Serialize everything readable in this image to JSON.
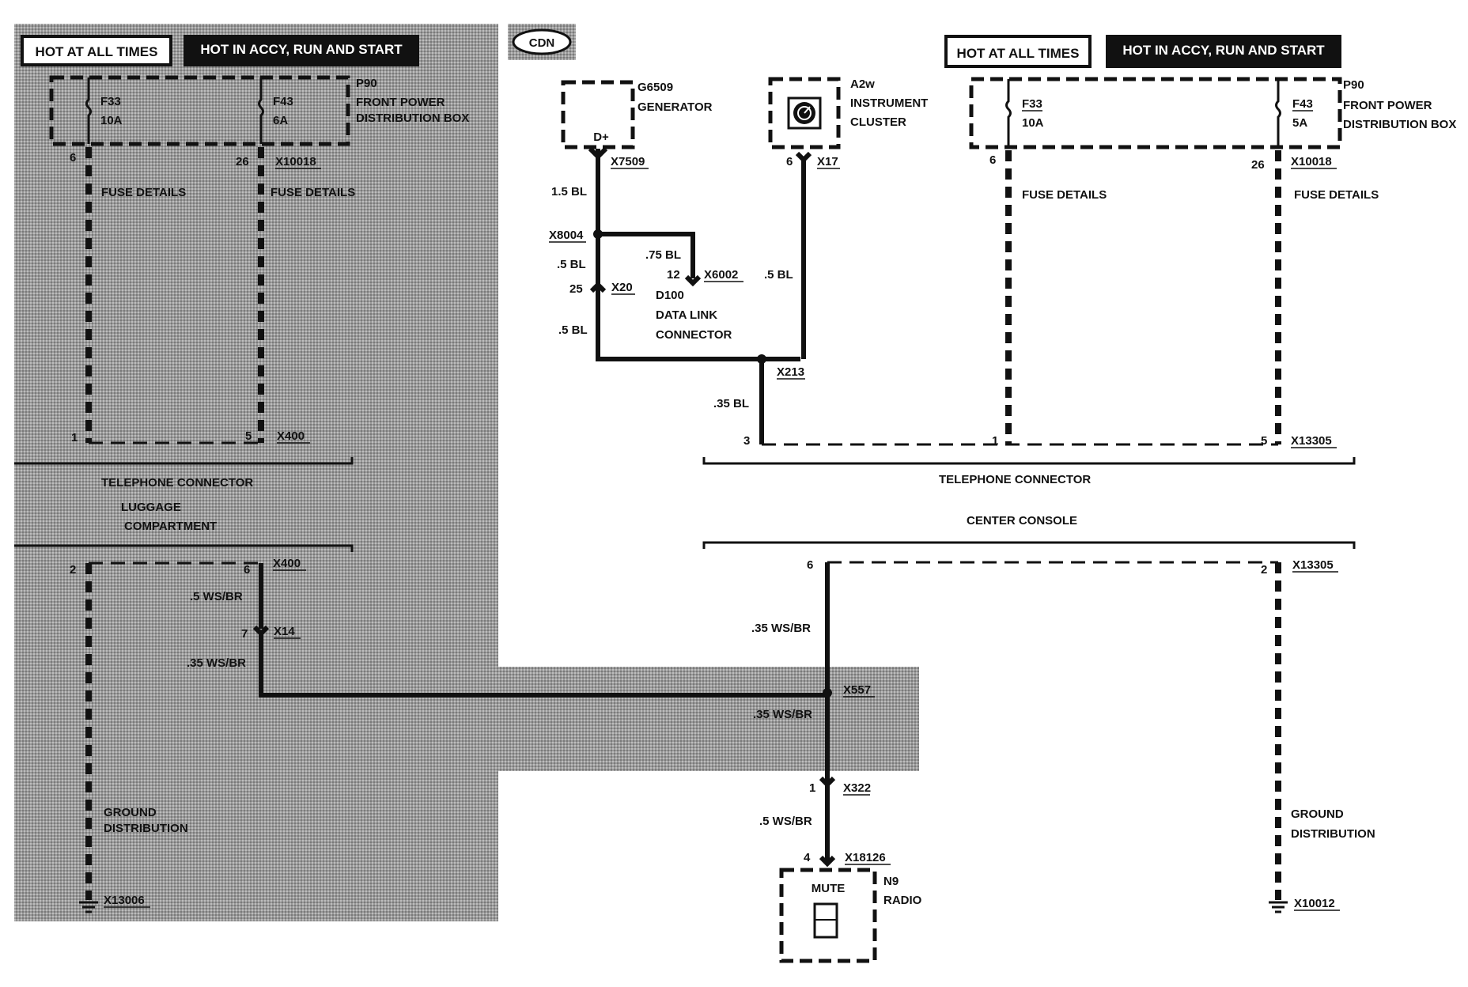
{
  "logo": "CDN",
  "left": {
    "hot_always": "HOT AT ALL TIMES",
    "hot_accy": "HOT IN ACCY, RUN AND START",
    "fuse1": {
      "id": "F33",
      "rating": "10A"
    },
    "fuse2": {
      "id": "F43",
      "rating": "6A"
    },
    "pdb_id": "P90",
    "pdb_name1": "FRONT POWER",
    "pdb_name2": "DISTRIBUTION BOX",
    "pin_top1": "6",
    "pin_top2": "26",
    "conn_top2": "X10018",
    "fuse_details": "FUSE DETAILS",
    "pin_bot1": "1",
    "pin_bot2": "5",
    "conn_x400": "X400",
    "telephone_connector": "TELEPHONE CONNECTOR",
    "luggage1": "LUGGAGE",
    "luggage2": "COMPARTMENT",
    "pin_lug1": "2",
    "pin_lug2": "6",
    "wire_ws1": ".5 WS/BR",
    "pin_x14": "7",
    "conn_x14": "X14",
    "wire_ws2": ".35 WS/BR",
    "ground1": "GROUND",
    "ground2": "DISTRIBUTION",
    "conn_ground": "X13006"
  },
  "middle": {
    "gen_id": "G6509",
    "gen_name": "GENERATOR",
    "gen_pin": "D+",
    "conn_x7509": "X7509",
    "wire_15bl": "1.5 BL",
    "conn_x8004": "X8004",
    "wire_5bl_a": ".5 BL",
    "wire_75bl": ".75 BL",
    "pin_12": "12",
    "conn_x6002": "X6002",
    "pin_25": "25",
    "conn_x20": "X20",
    "dlc_id": "D100",
    "dlc_name1": "DATA LINK",
    "dlc_name2": "CONNECTOR",
    "wire_5bl_b": ".5 BL",
    "wire_5bl_c": ".5 BL",
    "ic_id": "A2w",
    "ic_name1": "INSTRUMENT",
    "ic_name2": "CLUSTER",
    "pin_6": "6",
    "conn_x17": "X17",
    "conn_x213": "X213",
    "wire_35bl": ".35 BL",
    "pin_3": "3"
  },
  "right": {
    "hot_always": "HOT AT ALL TIMES",
    "hot_accy": "HOT IN ACCY, RUN AND START",
    "fuse1": {
      "id": "F33",
      "rating": "10A"
    },
    "fuse2": {
      "id": "F43",
      "rating": "5A"
    },
    "pdb_id": "P90",
    "pdb_name1": "FRONT POWER",
    "pdb_name2": "DISTRIBUTION BOX",
    "pin_top1": "6",
    "pin_top2": "26",
    "conn_top2": "X10018",
    "fuse_details": "FUSE DETAILS",
    "pin_bot1": "1",
    "pin_bot2": "5",
    "conn_x13305": "X13305",
    "telephone_connector": "TELEPHONE CONNECTOR",
    "center_console": "CENTER CONSOLE",
    "pin_cc1": "6",
    "pin_cc2": "2",
    "conn_cc": "X13305",
    "wire_35ws_a": ".35 WS/BR",
    "conn_x557": "X557",
    "wire_35ws_b": ".35 WS/BR",
    "pin_1": "1",
    "conn_x322": "X322",
    "wire_5ws": ".5 WS/BR",
    "pin_4": "4",
    "conn_x18126": "X18126",
    "mute": "MUTE",
    "radio_id": "N9",
    "radio_name": "RADIO",
    "ground1": "GROUND",
    "ground2": "DISTRIBUTION",
    "conn_ground": "X10012"
  }
}
